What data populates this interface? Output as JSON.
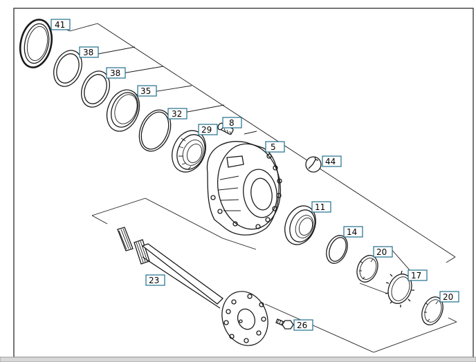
{
  "diagram": {
    "callouts": {
      "c41": "41",
      "c38a": "38",
      "c38b": "38",
      "c35": "35",
      "c32": "32",
      "c29": "29",
      "c8": "8",
      "c5": "5",
      "c44": "44",
      "c11": "11",
      "c14": "14",
      "c20a": "20",
      "c17": "17",
      "c20b": "20",
      "c23": "23",
      "c26": "26"
    }
  }
}
